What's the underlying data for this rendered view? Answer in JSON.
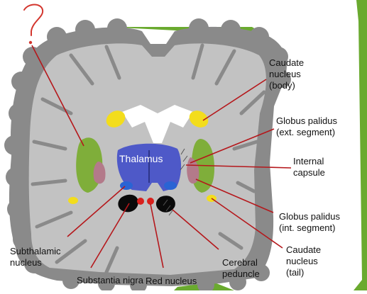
{
  "colors": {
    "background": "#ffffff",
    "green_accent": "#6aaa2f",
    "grey_matter": "#8a8a8a",
    "white_matter": "#c2c2c2",
    "leader_line": "#b5171b",
    "thalamus": "#4e59c8",
    "caudate": "#f3dd1c",
    "putamen_green": "#7fae3a",
    "globus_pallidus": "#b37a8a",
    "substantia_nigra": "#0a0a0a",
    "red_nucleus": "#d8201c",
    "subthalamic": "#2a64d4",
    "annotation_red": "#d3352d"
  },
  "annotation": {
    "symbol": "?"
  },
  "diagram": {
    "center_label": "Thalamus",
    "labels": {
      "caudate_body": [
        "Caudate",
        "nucleus",
        "(body)"
      ],
      "gp_ext": [
        "Globus palidus",
        "(ext. segment)"
      ],
      "internal_capsule": [
        "Internal",
        "capsule"
      ],
      "gp_int": [
        "Globus palidus",
        "(int. segment)"
      ],
      "caudate_tail": [
        "Caudate",
        "nucleus",
        "(tail)"
      ],
      "cerebral_peduncle": [
        "Cerebral",
        "peduncle"
      ],
      "red_nucleus": "Red nucleus",
      "substantia_nigra": "Substantia nigra",
      "subthalamic": [
        "Subthalamic",
        "nucleus"
      ]
    }
  }
}
